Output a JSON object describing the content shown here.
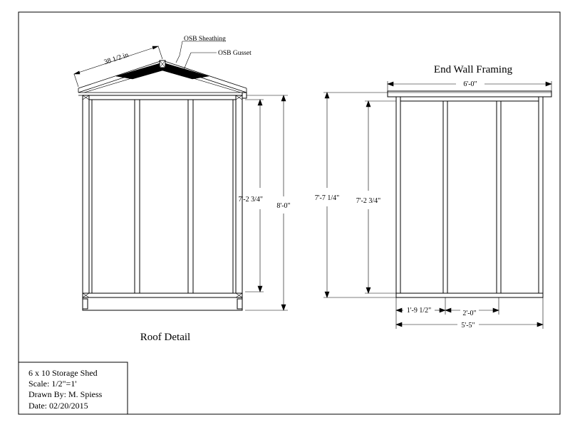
{
  "roof_detail": {
    "title": "Roof Detail",
    "rafter_length": "38 1/2 in",
    "callout_sheathing": "OSB Sheathing",
    "callout_gusset": "OSB Gusset",
    "dim_stud_height": "7'-2 3/4\"",
    "dim_total_height": "8'-0\""
  },
  "end_wall": {
    "title": "End Wall Framing",
    "dim_top_width": "6'-0\"",
    "dim_wall_height": "7'-7 1/4\"",
    "dim_stud_height": "7'-2 3/4\"",
    "dim_first_bay": "1'-9 1/2\"",
    "dim_second_bay": "2'-0\"",
    "dim_bottom_width": "5'-5\""
  },
  "title_block": {
    "line1": "6 x 10 Storage Shed",
    "line2": "Scale: 1/2\"=1'",
    "line3": "Drawn By: M. Spiess",
    "line4": "Date: 02/20/2015"
  }
}
